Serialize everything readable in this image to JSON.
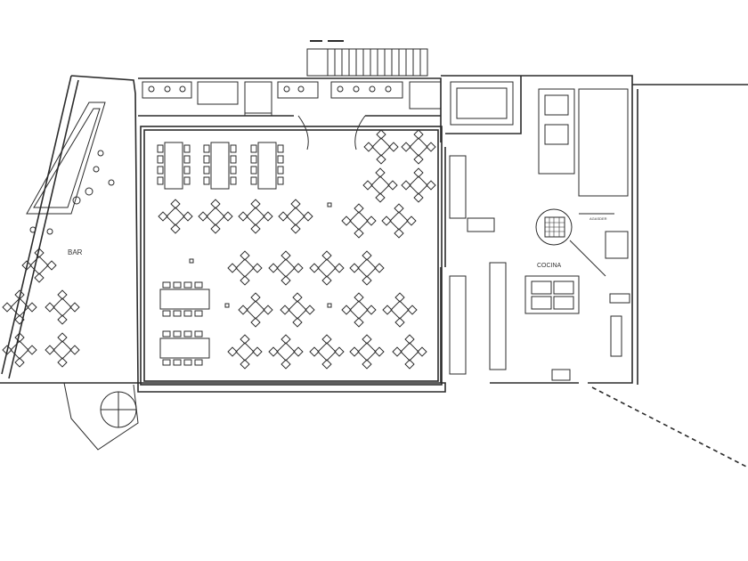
{
  "labels": {
    "bar": "BAR",
    "kitchen": "COCINA",
    "small": "AGASDER"
  },
  "colors": {
    "line": "#2b2b2b",
    "background": "#ffffff"
  }
}
